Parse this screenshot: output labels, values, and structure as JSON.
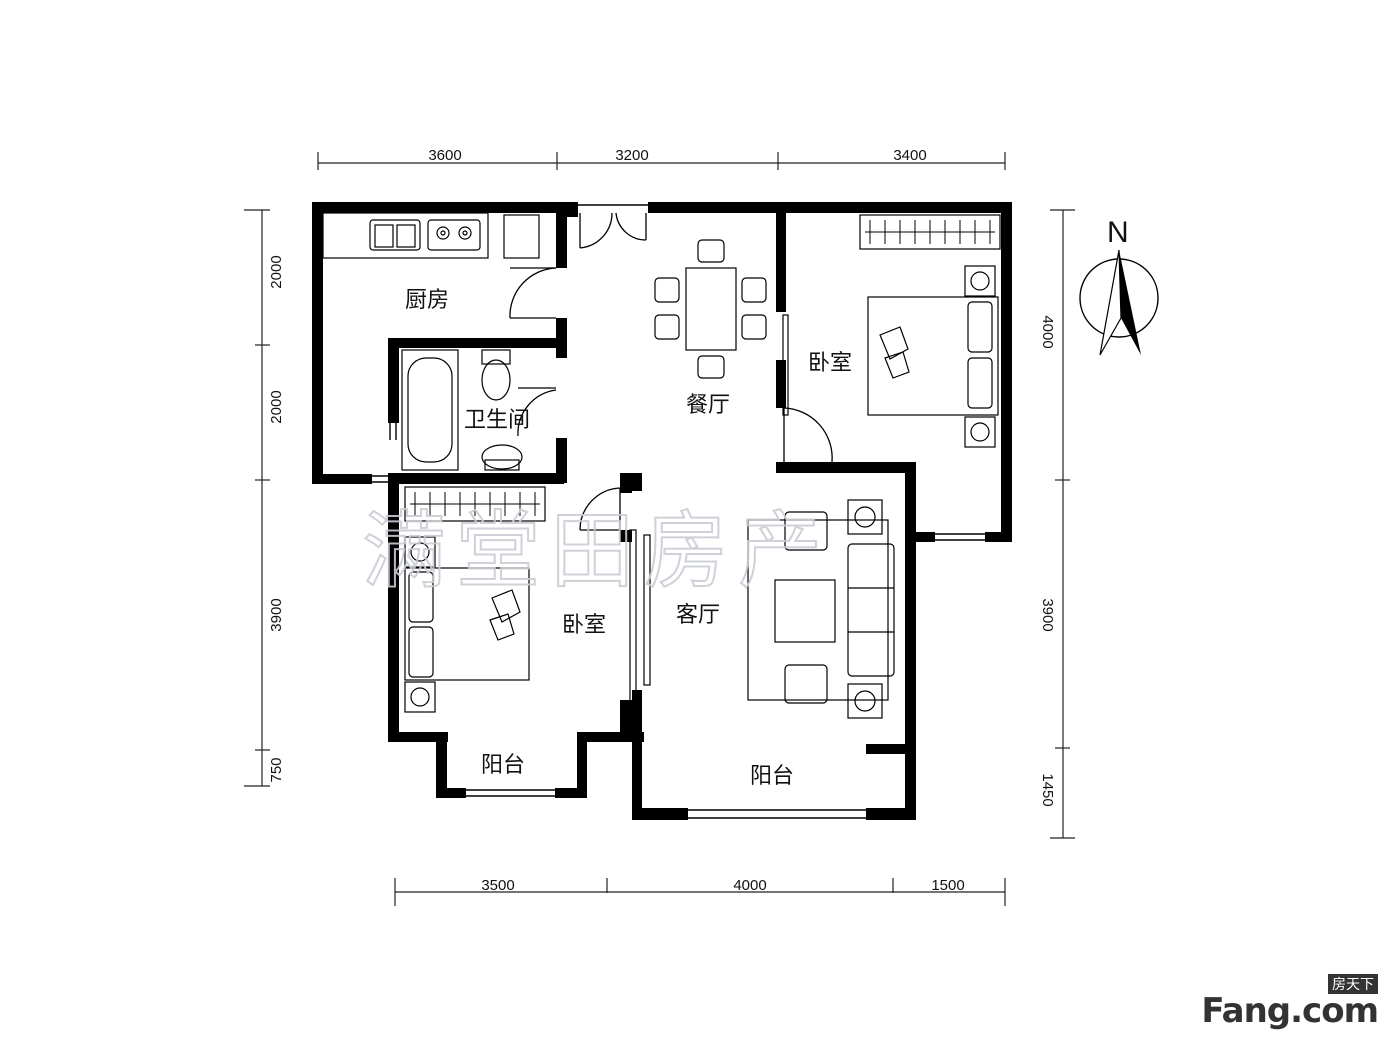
{
  "rooms": {
    "kitchen": "厨房",
    "dining": "餐厅",
    "bathroom": "卫生间",
    "bedroom_ne": "卧室",
    "bedroom_sw": "卧室",
    "living": "客厅",
    "balcony_sw": "阳台",
    "balcony_living": "阳台"
  },
  "dimensions": {
    "top": [
      "3600",
      "3200",
      "3400"
    ],
    "bottom": [
      "3500",
      "4000",
      "1500"
    ],
    "left": [
      "2000",
      "2000",
      "3900",
      "750"
    ],
    "right": [
      "4000",
      "3900",
      "1450"
    ]
  },
  "compass_label": "N",
  "watermark": "满堂田房产",
  "logo": {
    "top": "房天下",
    "main": "Fang.com"
  }
}
